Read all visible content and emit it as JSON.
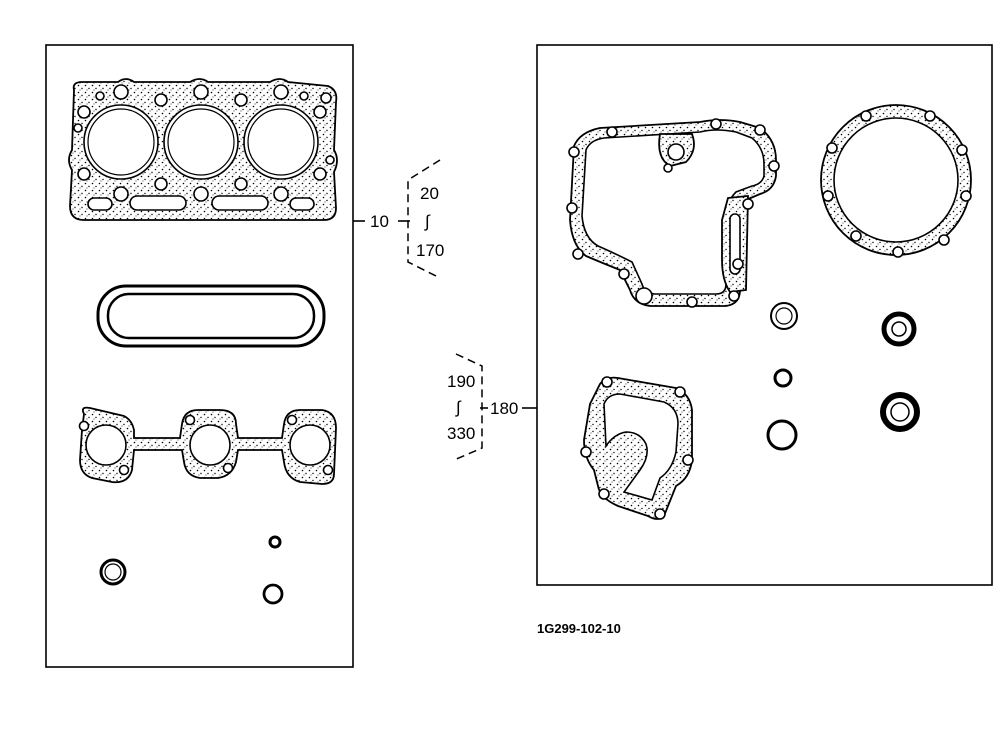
{
  "group_left": {
    "ref": "10",
    "range_from": "20",
    "range_sep": "∫",
    "range_to": "170"
  },
  "group_right": {
    "ref": "180",
    "range_from": "190",
    "range_sep": "∫",
    "range_to": "330"
  },
  "drawing_code": "1G299-102-10"
}
